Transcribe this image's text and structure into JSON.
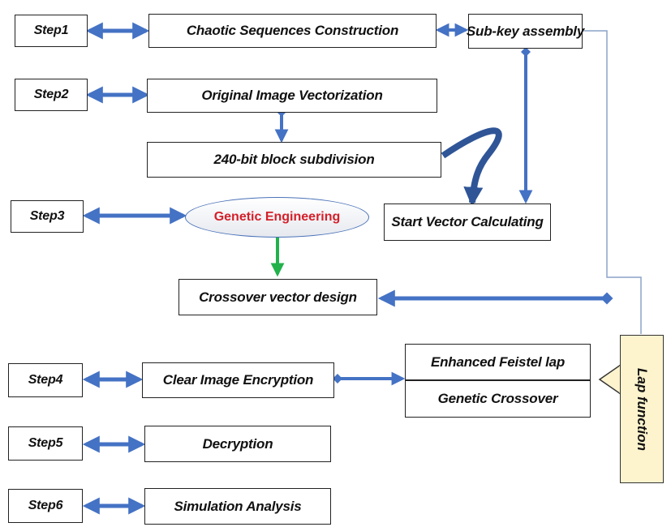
{
  "steps": {
    "step1": "Step1",
    "step2": "Step2",
    "step3": "Step3",
    "step4": "Step4",
    "step5": "Step5",
    "step6": "Step6"
  },
  "nodes": {
    "chaotic_sequences": "Chaotic Sequences Construction",
    "subkey_assembly": "Sub-key assembly",
    "image_vectorization": "Original Image Vectorization",
    "block_subdivision": "240-bit block subdivision",
    "genetic_engineering": "Genetic Engineering",
    "start_vector": "Start Vector Calculating",
    "crossover_vector": "Crossover vector design",
    "clear_image_encryption": "Clear Image Encryption",
    "enhanced_feistel": "Enhanced Feistel lap",
    "genetic_crossover": "Genetic Crossover",
    "decryption": "Decryption",
    "simulation_analysis": "Simulation Analysis",
    "lap_function": "Lap function"
  },
  "colors": {
    "arrow": "#4472c4",
    "green_arrow": "#22b24c",
    "genetic_text": "#d4202a",
    "lap_fill": "#fdf3cd",
    "connector_line": "#8aa3c8"
  }
}
